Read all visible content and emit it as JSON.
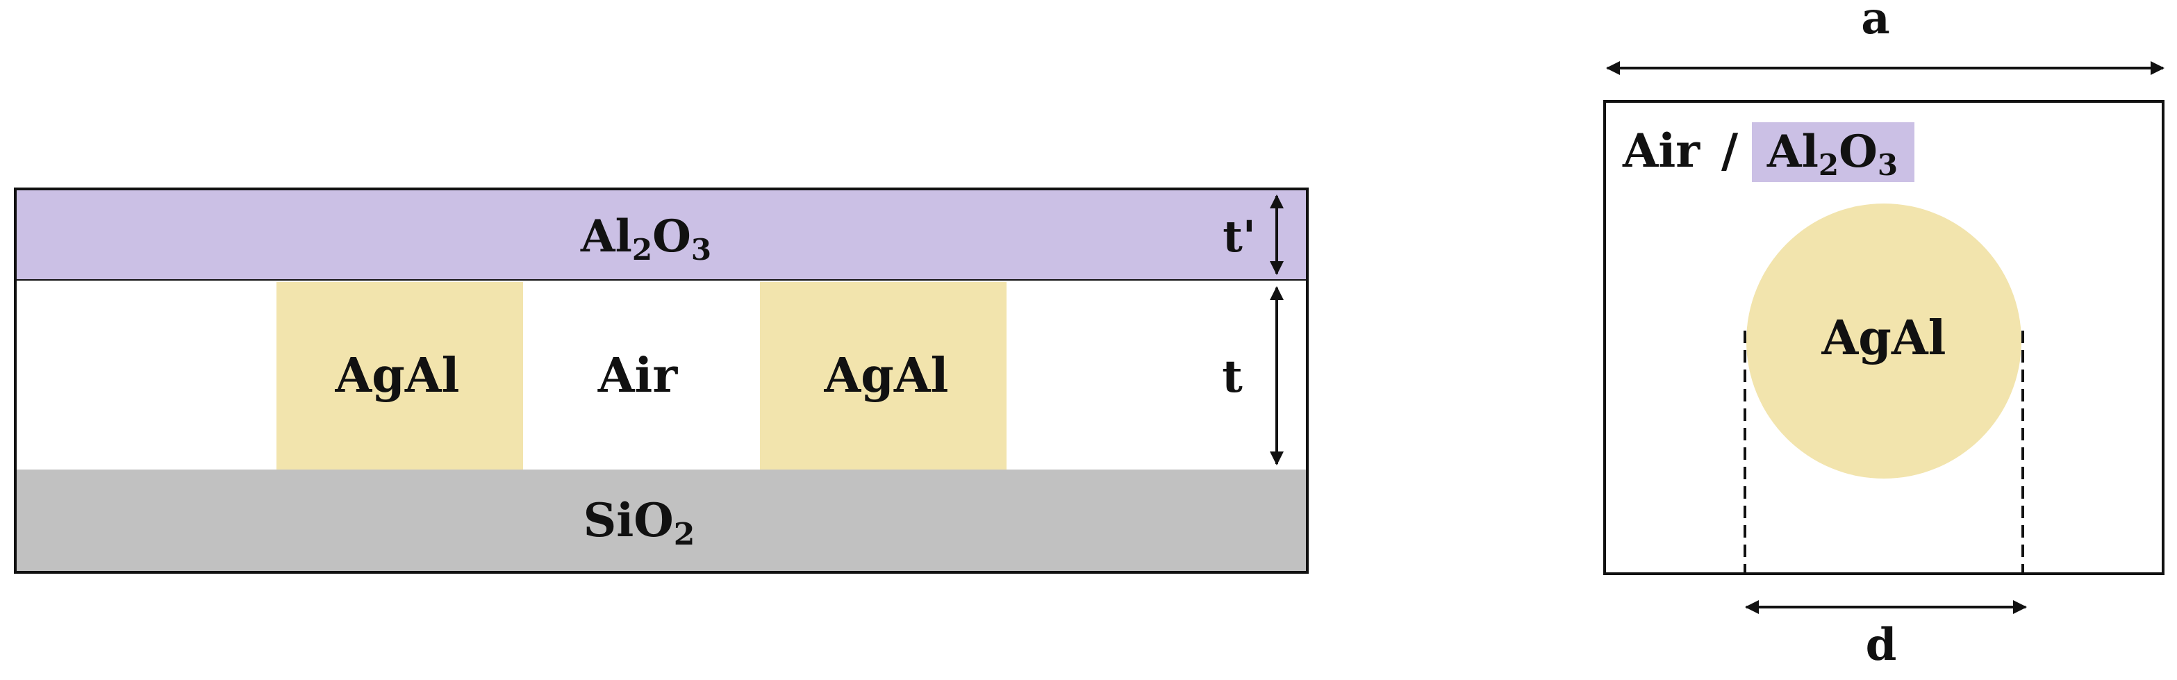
{
  "colors": {
    "al2o3": "#cbc0e5",
    "agal": "#f2e4ad",
    "sio2": "#c1c1c1",
    "air": "#ffffff",
    "stroke": "#111111"
  },
  "cross_section": {
    "top_layer": {
      "main": "Al",
      "sub1": "2",
      "mid": "O",
      "sub2": "3"
    },
    "pillar_left": "AgAl",
    "gap": "Air",
    "pillar_right": "AgAl",
    "substrate": {
      "main": "SiO",
      "sub": "2"
    },
    "label_t_prime": "t'",
    "label_t": "t"
  },
  "top_view": {
    "label_a": "a",
    "label_air": "Air",
    "label_slash": "/",
    "coating": {
      "main": "Al",
      "sub1": "2",
      "mid": "O",
      "sub2": "3"
    },
    "disk": "AgAl",
    "label_d": "d"
  }
}
